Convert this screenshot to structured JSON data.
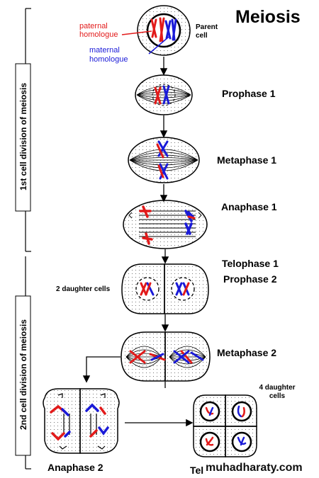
{
  "title": "Meiosis",
  "labels": {
    "paternal": "paternal homologue",
    "maternal": "maternal homologue",
    "parent_cell": "Parent cell",
    "prophase1": "Prophase 1",
    "metaphase1": "Metaphase 1",
    "anaphase1": "Anaphase 1",
    "telophase1": "Telophase 1",
    "prophase2": "Prophase 2",
    "two_daughter": "2 daughter cells",
    "metaphase2": "Metaphase 2",
    "four_daughter": "4 daughter cells",
    "anaphase2": "Anaphase 2",
    "telophase2_partial": "Tel"
  },
  "sidebar": {
    "first_division": "1st cell division of meiosis",
    "second_division": "2nd cell division of meiosis"
  },
  "watermark": "muhadharaty.com",
  "colors": {
    "paternal": "#e21a1a",
    "maternal": "#1a1ad8",
    "outline": "#000000"
  }
}
